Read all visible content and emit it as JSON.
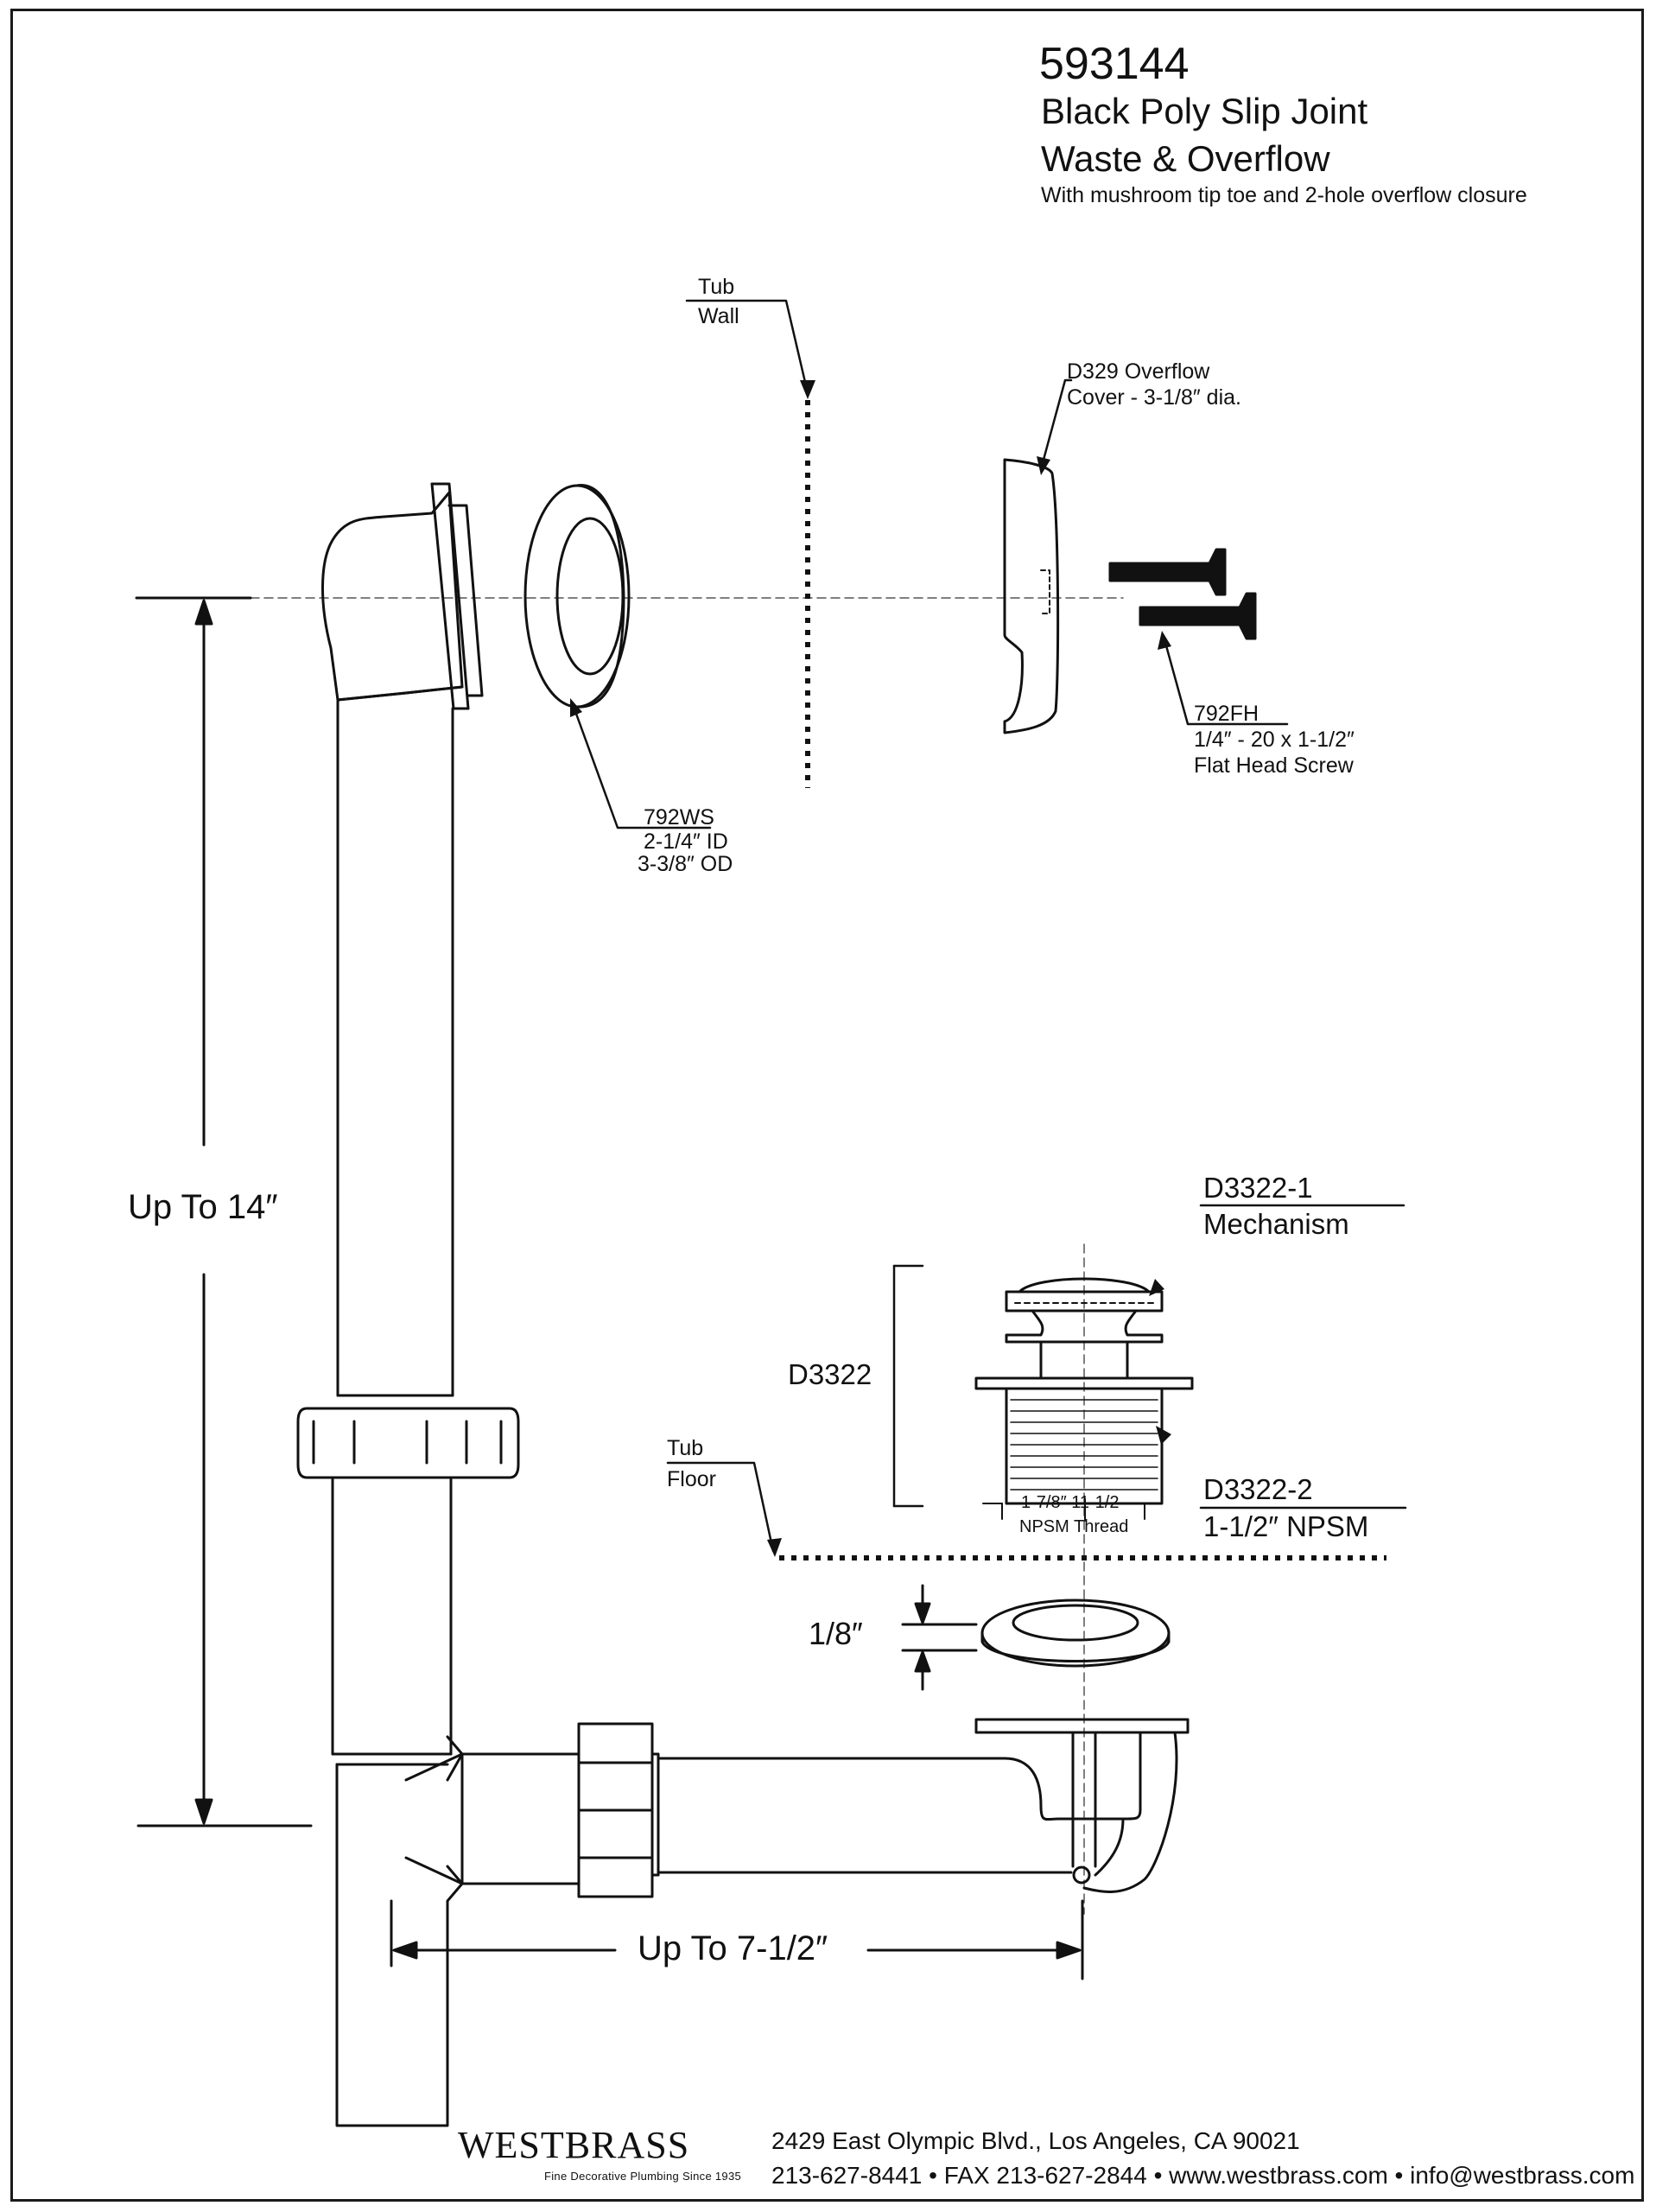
{
  "title": {
    "model": "593144",
    "line1": "Black Poly Slip Joint",
    "line2": "Waste & Overflow",
    "subtitle": "With mushroom tip toe and 2-hole overflow closure"
  },
  "labels": {
    "tub_wall": [
      "Tub",
      "Wall"
    ],
    "overflow_cover": [
      "D329 Overflow",
      "Cover - 3-1/8″ dia."
    ],
    "screw": [
      "792FH",
      "1/4″ - 20 x 1-1/2″",
      "Flat Head Screw"
    ],
    "washer": [
      "792WS",
      "2-1/4″ ID",
      "3-3/8″ OD"
    ],
    "mechanism": [
      "D3322-1",
      "Mechanism"
    ],
    "d3322": "D3322",
    "tub_floor": [
      "Tub",
      "Floor"
    ],
    "thread_spec": [
      "1-7/8″ 11-1/2",
      "NPSM Thread"
    ],
    "body": [
      "D3322-2",
      "1-1/2″ NPSM"
    ],
    "gasket_thickness": "1/8″"
  },
  "dimensions": {
    "height": "Up To 14″",
    "width": "Up To 7-1/2″"
  },
  "footer": {
    "brand": "WESTBRASS",
    "tagline": "Fine Decorative Plumbing Since 1935",
    "address": "2429 East Olympic Blvd., Los Angeles, CA  90021",
    "contact": "213-627-8441 • FAX 213-627-2844 • www.westbrass.com • info@westbrass.com"
  },
  "colors": {
    "line": "#111111",
    "background": "#ffffff"
  }
}
